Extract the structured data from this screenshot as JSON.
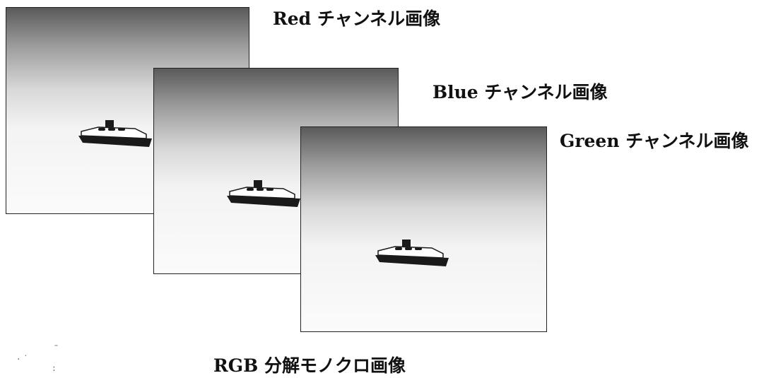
{
  "labels": {
    "red": "Red チャンネル画像",
    "blue": "Blue チャンネル画像",
    "green": "Green チャンネル画像",
    "caption": "RGB 分解モノクロ画像"
  },
  "panels": [
    {
      "id": "red",
      "shows": "ship"
    },
    {
      "id": "blue",
      "shows": "ship"
    },
    {
      "id": "green",
      "shows": "ship"
    }
  ],
  "colors": {
    "frame": "#222222",
    "ship_hull": "#1a1a1a",
    "ship_cabin": "#ffffff"
  }
}
